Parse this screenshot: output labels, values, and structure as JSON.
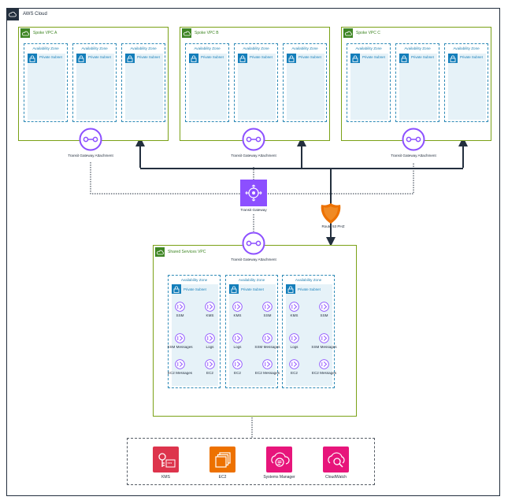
{
  "cloud": {
    "title": "AWS Cloud"
  },
  "spoke_vpcs": [
    {
      "title": "Spoke VPC A",
      "zones": [
        {
          "az": "Availability Zone",
          "subnet": "Private Subnet"
        },
        {
          "az": "Availability Zone",
          "subnet": "Private Subnet"
        },
        {
          "az": "Availability Zone",
          "subnet": "Private Subnet"
        }
      ],
      "attachment": "Transit Gateway Attachment"
    },
    {
      "title": "Spoke VPC B",
      "zones": [
        {
          "az": "Availability Zone",
          "subnet": "Private Subnet"
        },
        {
          "az": "Availability Zone",
          "subnet": "Private Subnet"
        },
        {
          "az": "Availability Zone",
          "subnet": "Private Subnet"
        }
      ],
      "attachment": "Transit Gateway Attachment"
    },
    {
      "title": "Spoke VPC C",
      "zones": [
        {
          "az": "Availability Zone",
          "subnet": "Private Subnet"
        },
        {
          "az": "Availability Zone",
          "subnet": "Private Subnet"
        },
        {
          "az": "Availability Zone",
          "subnet": "Private Subnet"
        }
      ],
      "attachment": "Transit Gateway Attachment"
    }
  ],
  "transit_gateway": {
    "label": "Transit Gateway"
  },
  "route53": {
    "label": "Route 53 PHZ"
  },
  "shared_vpc": {
    "title": "Shared Services VPC",
    "attachment": "Transit Gateway Attachment",
    "zones": [
      {
        "az": "Availability Zone",
        "subnet": "Private Subnet",
        "left": [
          "SSM",
          "SSM Messages",
          "EC2 Messages"
        ],
        "right": [
          "KMS",
          "Logs",
          "EC2"
        ]
      },
      {
        "az": "Availability Zone",
        "subnet": "Private Subnet",
        "left": [
          "KMS",
          "Logs",
          "EC2"
        ],
        "right": [
          "SSM",
          "SSM Messages",
          "EC2 Messages"
        ]
      },
      {
        "az": "Availability Zone",
        "subnet": "Private Subnet",
        "left": [
          "KMS",
          "Logs",
          "EC2"
        ],
        "right": [
          "SSM",
          "SSM Messages",
          "EC2 Messages"
        ]
      }
    ]
  },
  "services": [
    {
      "label": "KMS",
      "color": "#dd344c",
      "icon": "key-icon"
    },
    {
      "label": "EC2",
      "color": "#ed7100",
      "icon": "ec2-icon"
    },
    {
      "label": "Systems Manager",
      "color": "#e7157b",
      "icon": "systems-manager-icon"
    },
    {
      "label": "CloudWatch",
      "color": "#e7157b",
      "icon": "cloudwatch-icon"
    }
  ],
  "colors": {
    "vpc_border": "#7aa116",
    "az_border": "#2f8bb7",
    "subnet_fill": "#e6f2f8",
    "tgw": "#8c4fff",
    "route53": "#ed7100"
  }
}
